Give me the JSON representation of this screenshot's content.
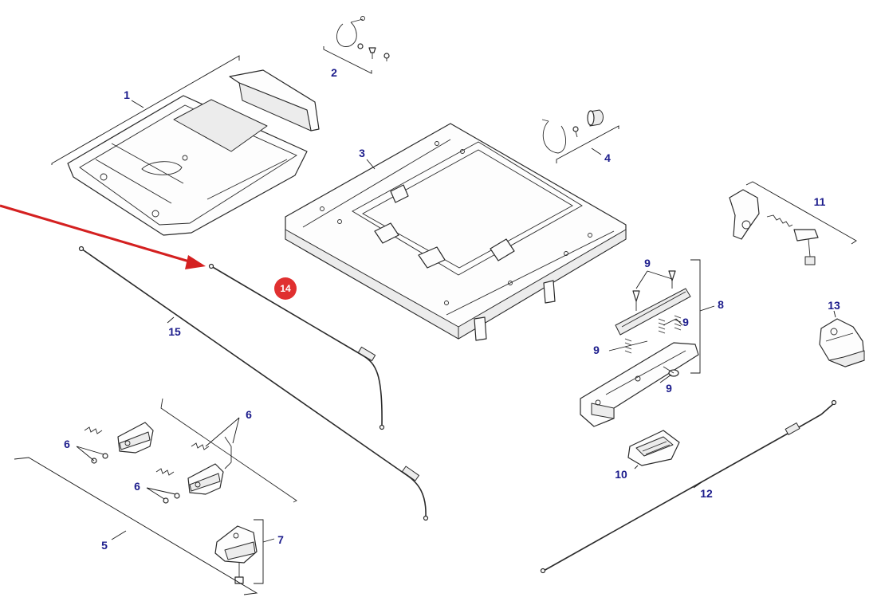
{
  "colors": {
    "callout_text": "#1c1c8c",
    "highlight_badge": "#e03030",
    "arrow": "#d42020",
    "line_art": "#2a2a2a"
  },
  "callouts": {
    "c1": "1",
    "c2": "2",
    "c3": "3",
    "c4": "4",
    "c5": "5",
    "c6a": "6",
    "c6b": "6",
    "c6c": "6",
    "c7": "7",
    "c8": "8",
    "c9a": "9",
    "c9b": "9",
    "c9c": "9",
    "c9d": "9",
    "c10": "10",
    "c11": "11",
    "c12": "12",
    "c13": "13",
    "c15": "15"
  },
  "highlight": {
    "label": "14"
  }
}
